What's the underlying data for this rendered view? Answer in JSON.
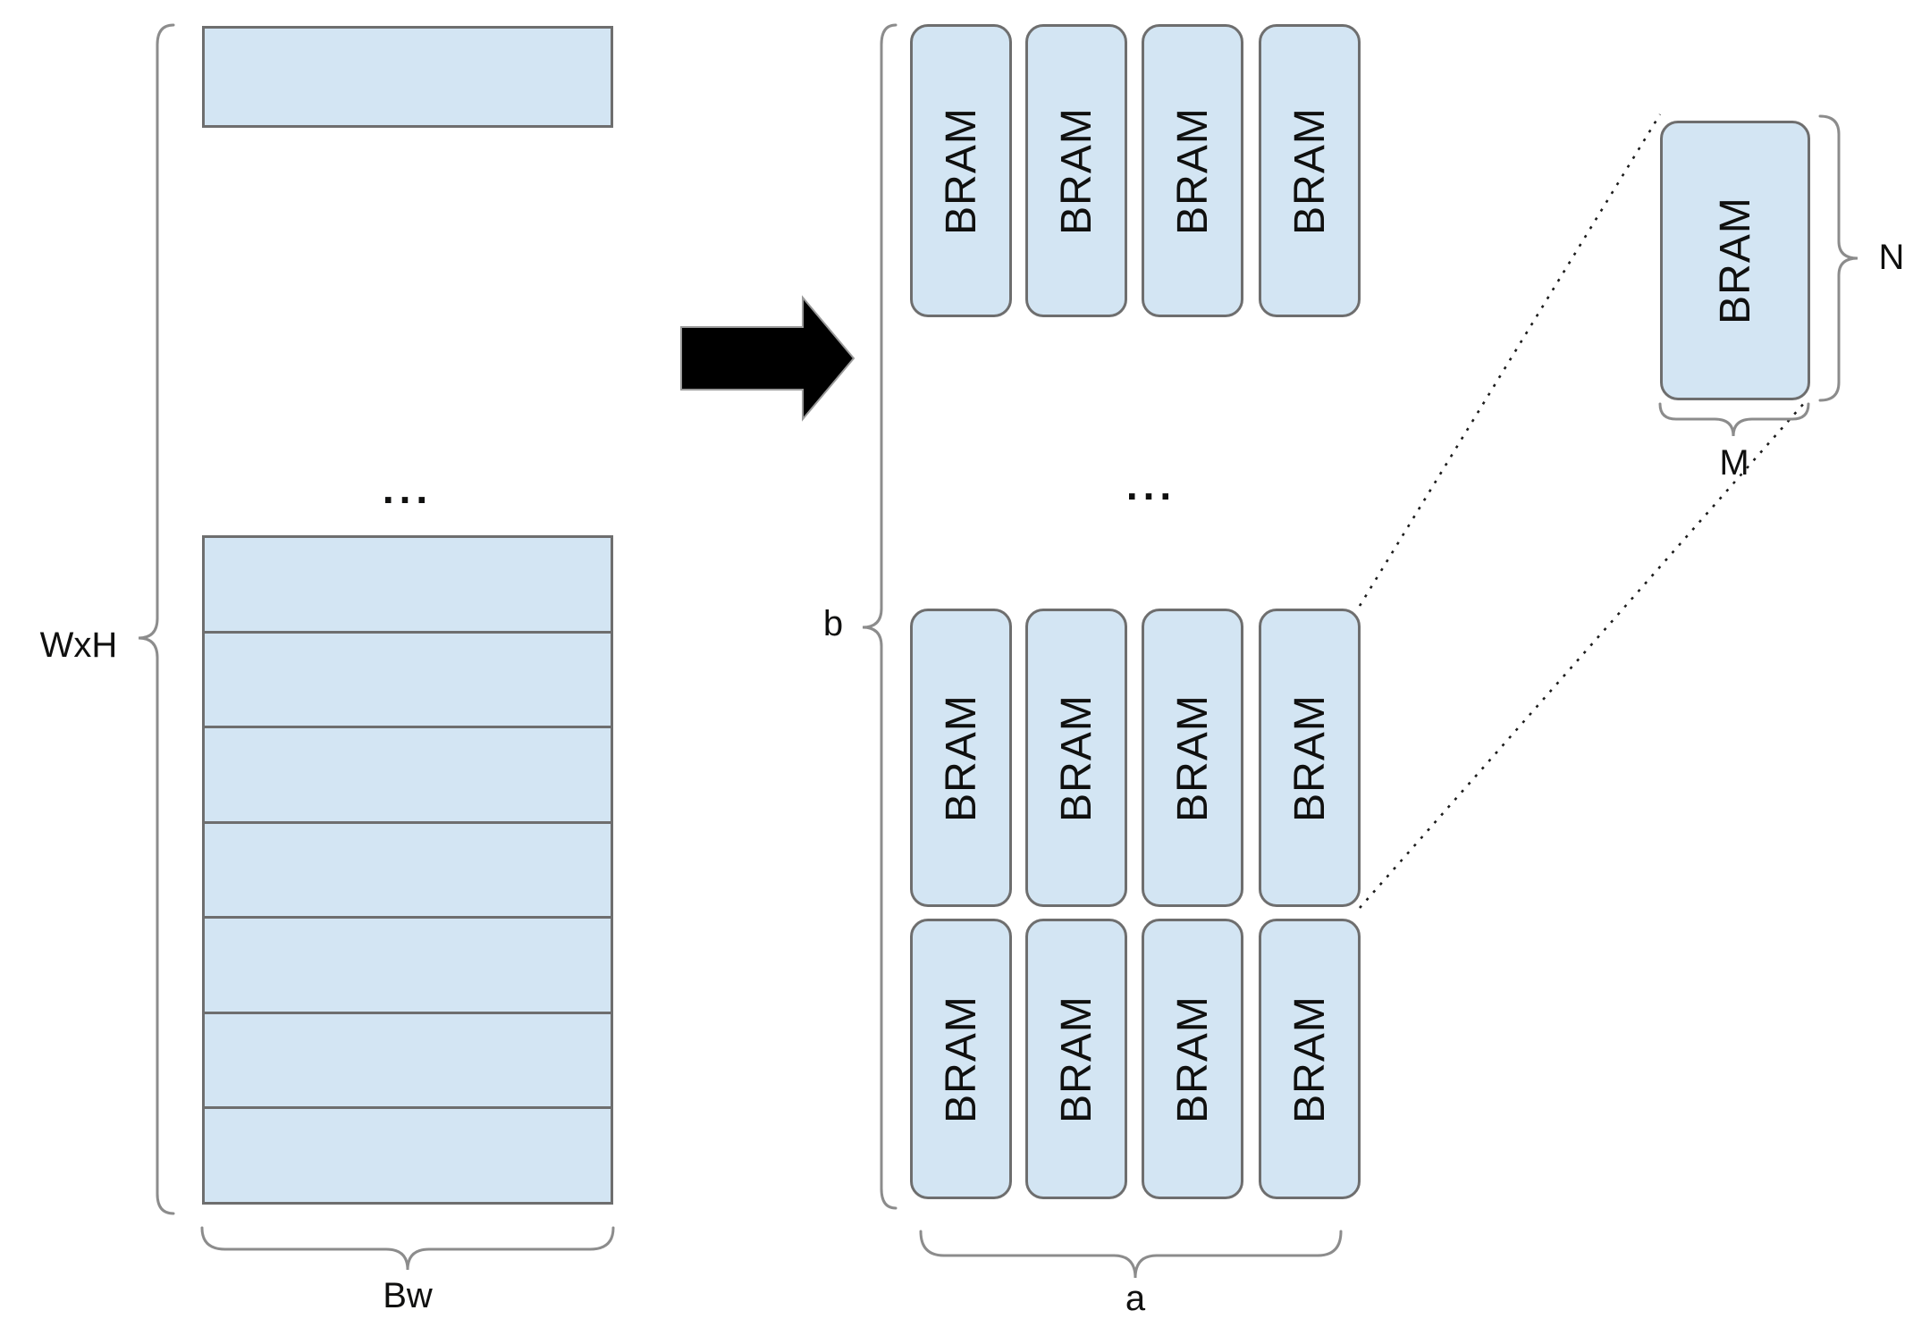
{
  "diagram": {
    "bram_label": "BRAM",
    "ellipsis": "...",
    "left_memory": {
      "dimension_label": "WxH",
      "width_label": "Bw",
      "visible_row_count": 7
    },
    "bram_grid": {
      "rows_label": "b",
      "cols_label": "a",
      "columns": 4,
      "visible_rows": 3
    },
    "bram_detail": {
      "height_label": "N",
      "width_label": "M"
    },
    "colors": {
      "block_fill": "#d3e5f3",
      "block_border": "#6e6e6e",
      "brace_stroke": "#8c8c8c",
      "arrow_fill": "#000000",
      "text_color": "#10100f"
    }
  }
}
